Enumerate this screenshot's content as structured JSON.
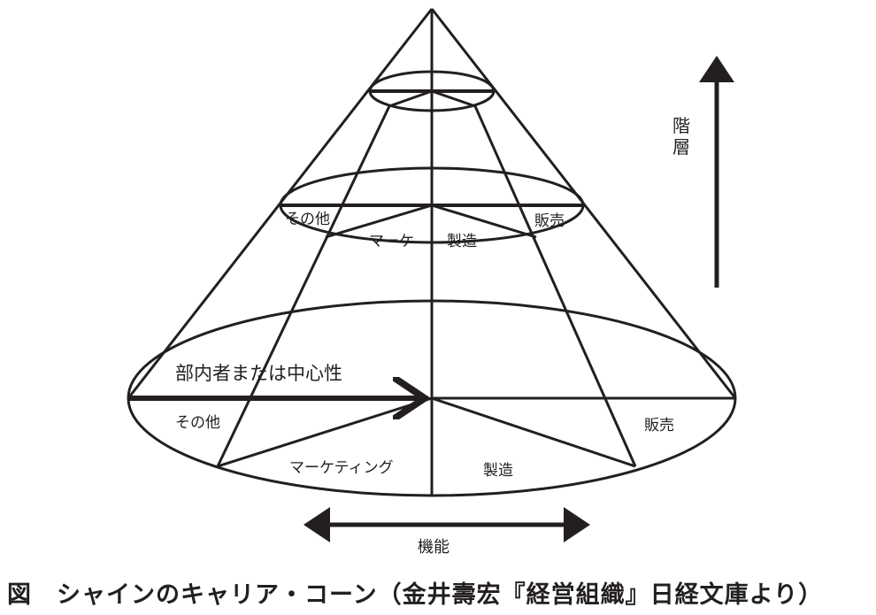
{
  "labels": {
    "hierarchy": "階層",
    "function": "機能",
    "inclusion": "部内者または中心性",
    "top_ring": {
      "other": "その他",
      "marketing": "マーケ",
      "manufacturing": "製造",
      "sales": "販売"
    },
    "base": {
      "other": "その他",
      "marketing": "マーケティング",
      "manufacturing": "製造",
      "sales": "販売"
    }
  },
  "caption": "図　シャインのキャリア・コーン（金井壽宏『経営組織』日経文庫より）",
  "colors": {
    "ink": "#231f20"
  }
}
